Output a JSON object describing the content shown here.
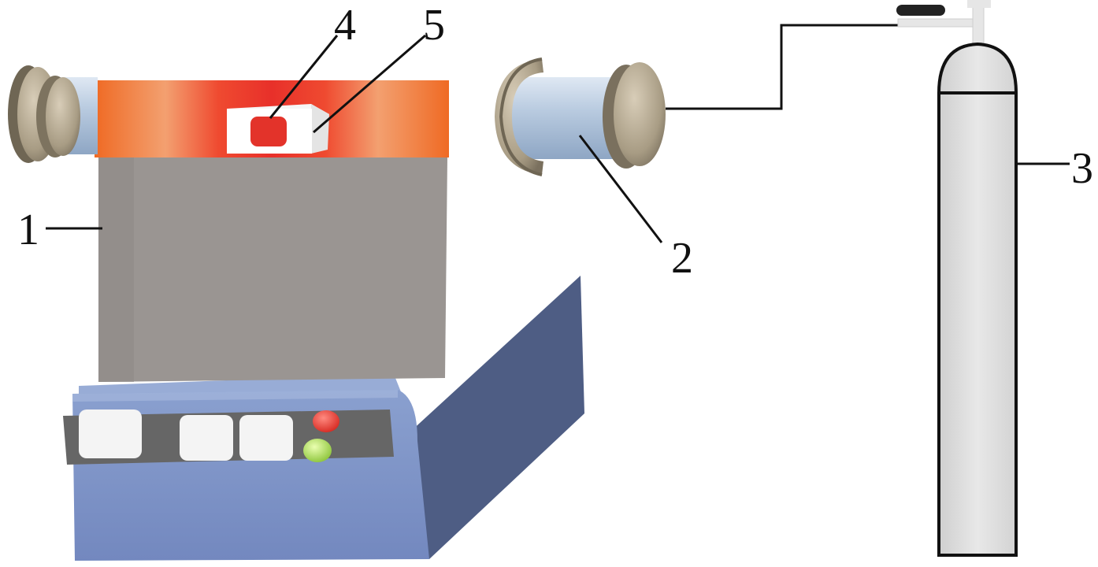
{
  "labels": {
    "furnace": "1",
    "tube": "2",
    "gas_cylinder": "3",
    "sample": "4",
    "crucible": "5"
  },
  "colors": {
    "furnace_body": "#9a9592",
    "heating_zone_hot": "#f04030",
    "heating_zone_warm": "#ef7a2a",
    "base_top": "#8ea3d0",
    "base_front": "#7f95c8",
    "base_side": "#4f5f86",
    "control_panel": "#666666",
    "indicator_red": "#e8302a",
    "indicator_green": "#9acd32",
    "end_cap": "#b8ad96",
    "tube_glass": "#c9d8ea",
    "cylinder": "#e1e1e1",
    "sample": "#e3332a"
  }
}
